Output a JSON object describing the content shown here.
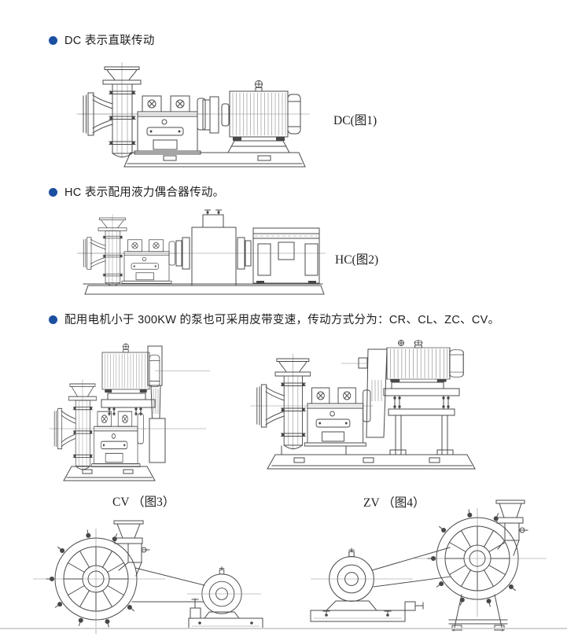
{
  "colors": {
    "accent": "#1b4fa0",
    "ink": "#1d1d1d",
    "line": "#4b4b4b"
  },
  "bullets": [
    {
      "text": "DC 表示直联传动"
    },
    {
      "text": "HC 表示配用液力偶合器传动。"
    },
    {
      "text": "配用电机小于 300KW 的泵也可采用皮带变速，传动方式分为：CR、CL、ZC、CV。"
    }
  ],
  "figures": [
    {
      "label": "DC(图1)"
    },
    {
      "label": "HC(图2)"
    },
    {
      "label": "CV （图3）"
    },
    {
      "label": "ZV （图4）"
    }
  ]
}
